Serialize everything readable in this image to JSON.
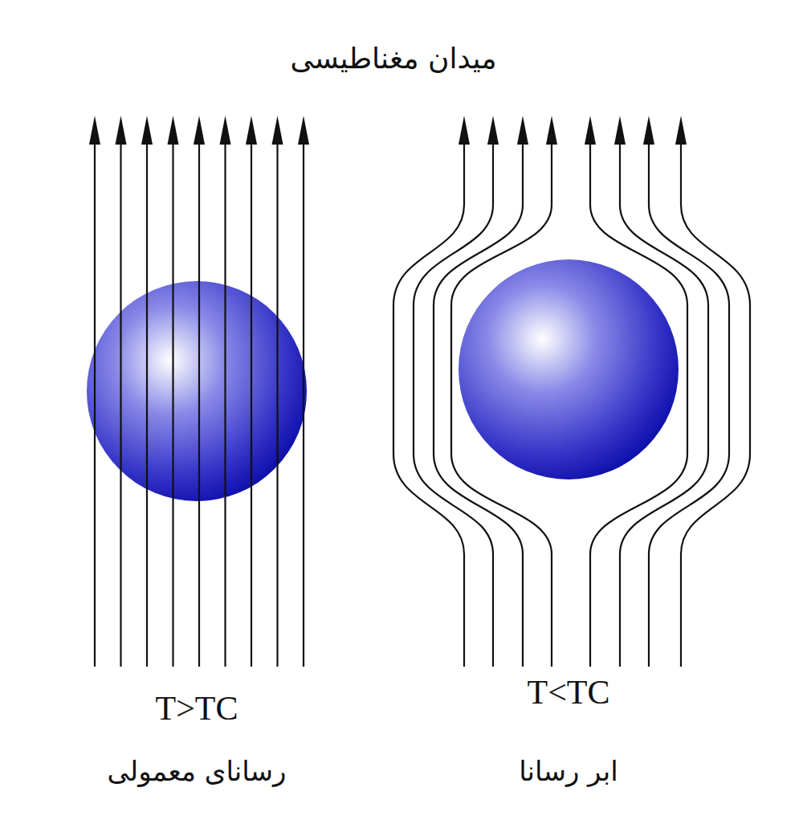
{
  "diagram": {
    "title": "میدان مغناطیسی",
    "labels": [
      "T>TC",
      "رسانای معمولی",
      "T<TC",
      "ابر رسانا"
    ]
  }
}
